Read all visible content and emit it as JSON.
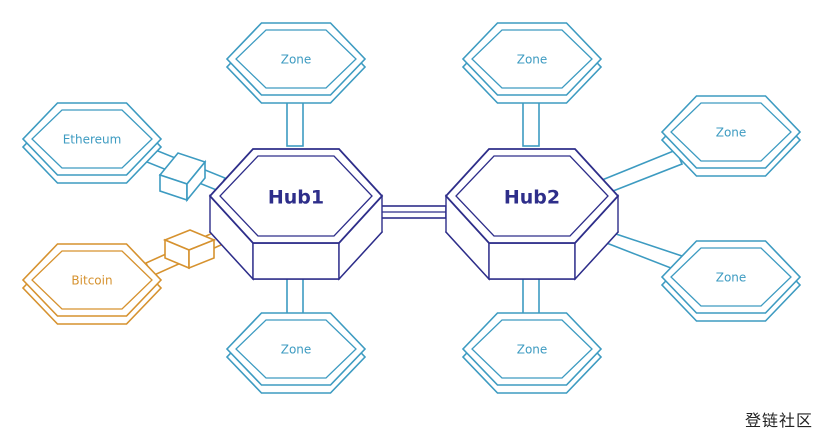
{
  "diagram": {
    "hubs": [
      {
        "id": "hub1",
        "label": "Hub1"
      },
      {
        "id": "hub2",
        "label": "Hub2"
      }
    ],
    "zones": [
      {
        "id": "z-tl",
        "label": "Zone"
      },
      {
        "id": "z-bl",
        "label": "Zone"
      },
      {
        "id": "z-tr",
        "label": "Zone"
      },
      {
        "id": "z-br",
        "label": "Zone"
      },
      {
        "id": "z-r1",
        "label": "Zone"
      },
      {
        "id": "z-r2",
        "label": "Zone"
      }
    ],
    "chains": [
      {
        "id": "ethereum",
        "label": "Ethereum"
      },
      {
        "id": "bitcoin",
        "label": "Bitcoin"
      }
    ],
    "watermark": "登链社区",
    "colors": {
      "hub": "#2e2e8a",
      "zone": "#3d9bc1",
      "bitcoin": "#d6922f"
    }
  }
}
